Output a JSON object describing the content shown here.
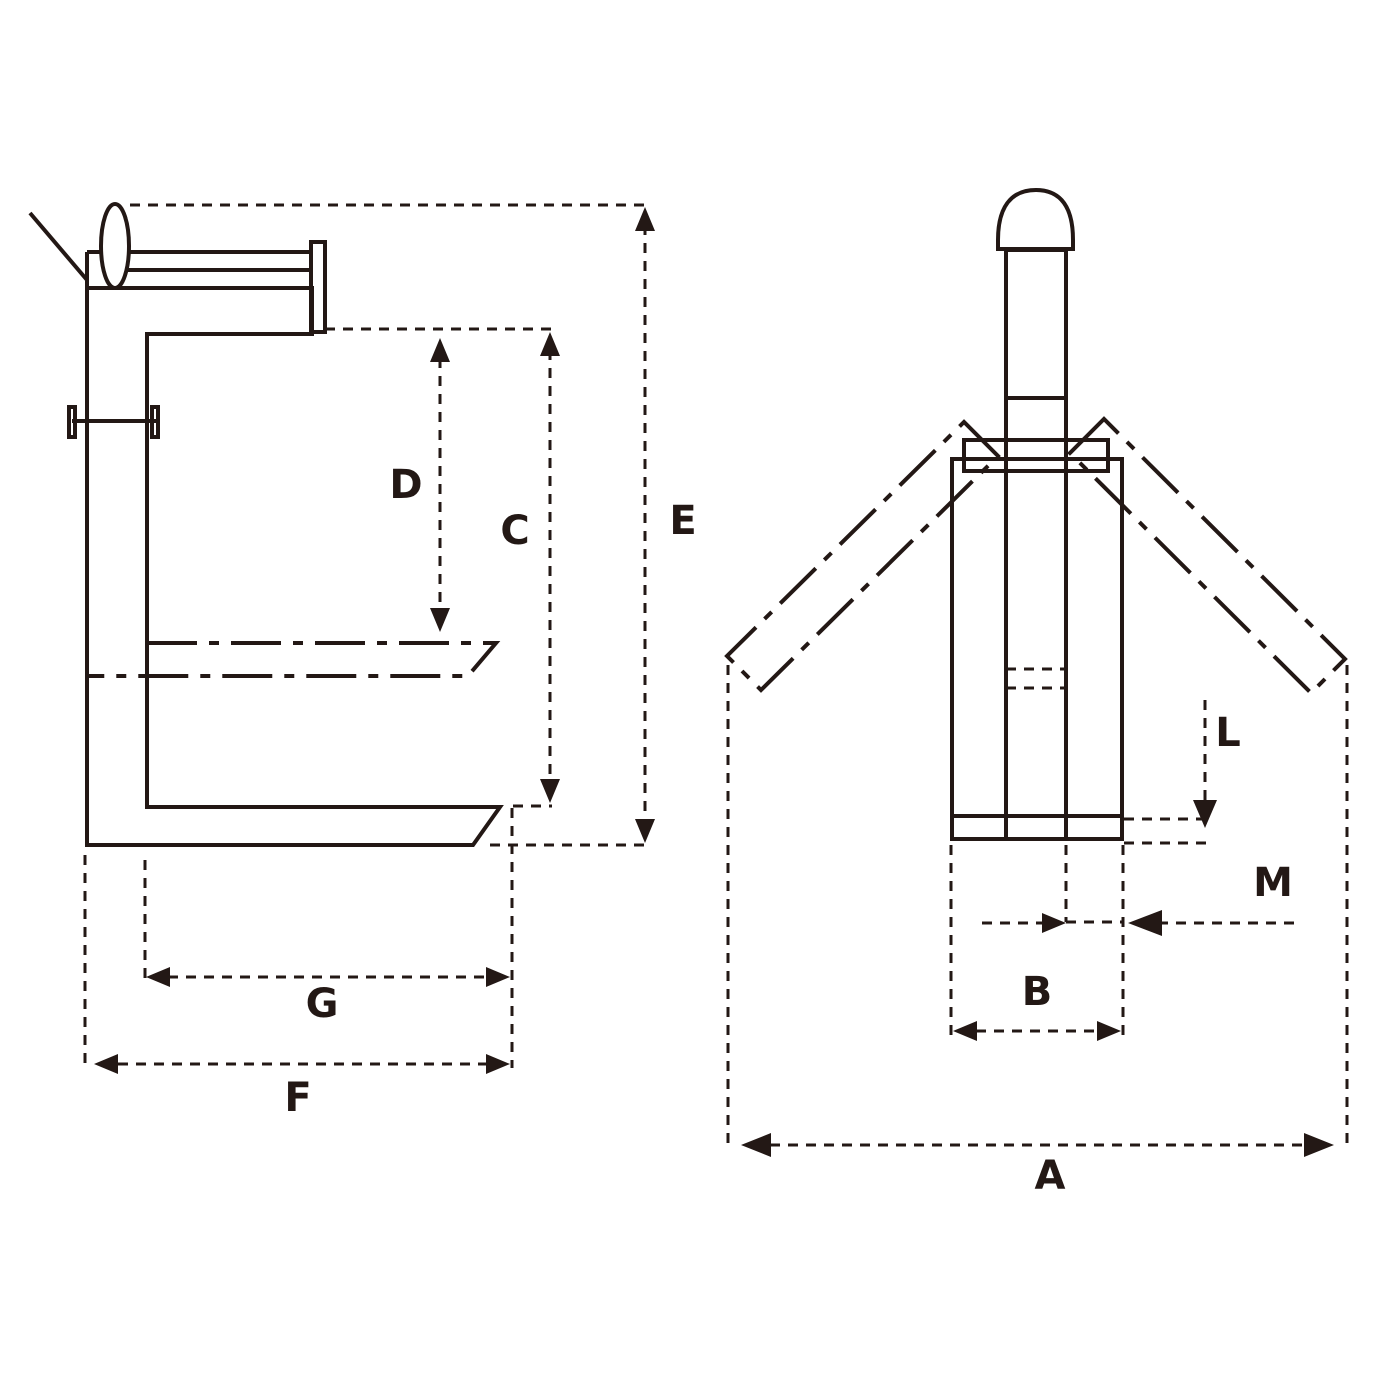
{
  "diagram": {
    "dimension_labels": {
      "A": "A",
      "B": "B",
      "C": "C",
      "D": "D",
      "E": "E",
      "F": "F",
      "G": "G",
      "L": "L",
      "M": "M"
    },
    "colors": {
      "ink": "#231815",
      "background": "#ffffff"
    }
  }
}
